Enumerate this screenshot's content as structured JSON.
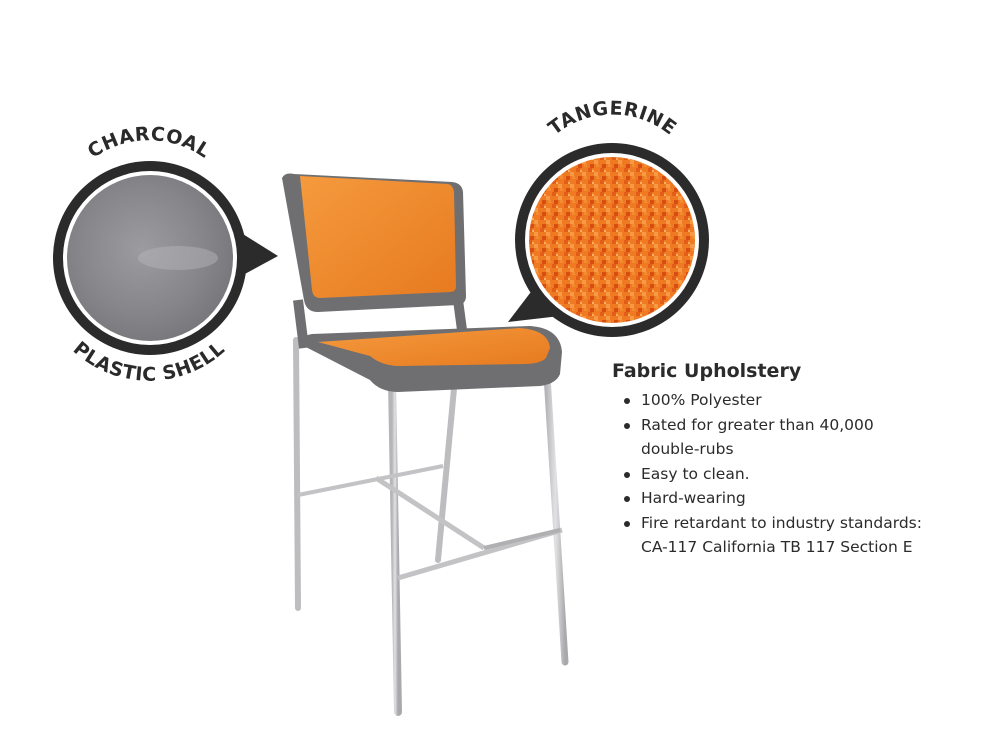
{
  "swatches": [
    {
      "top_label": "CHARCOAL",
      "bottom_label": "PLASTIC SHELL",
      "material": "plastic",
      "color": "#8a8a8e",
      "ring_color": "#2b2b2b"
    },
    {
      "top_label": "TANGERINE",
      "bottom_label": "",
      "material": "fabric",
      "color": "#f07a22",
      "ring_color": "#2b2b2b"
    }
  ],
  "product": {
    "image_name": "bar-stool",
    "seat_color": "#f08a2c",
    "frame_color": "#6f6f72",
    "leg_color": "#c9c9cc"
  },
  "info": {
    "title": "Fabric Upholstery",
    "bullets": [
      "100% Polyester",
      "Rated for greater than 40,000\ndouble-rubs",
      "Easy to clean.",
      "Hard-wearing",
      "Fire retardant to industry standards:\nCA-117 California TB 117 Section E"
    ]
  }
}
